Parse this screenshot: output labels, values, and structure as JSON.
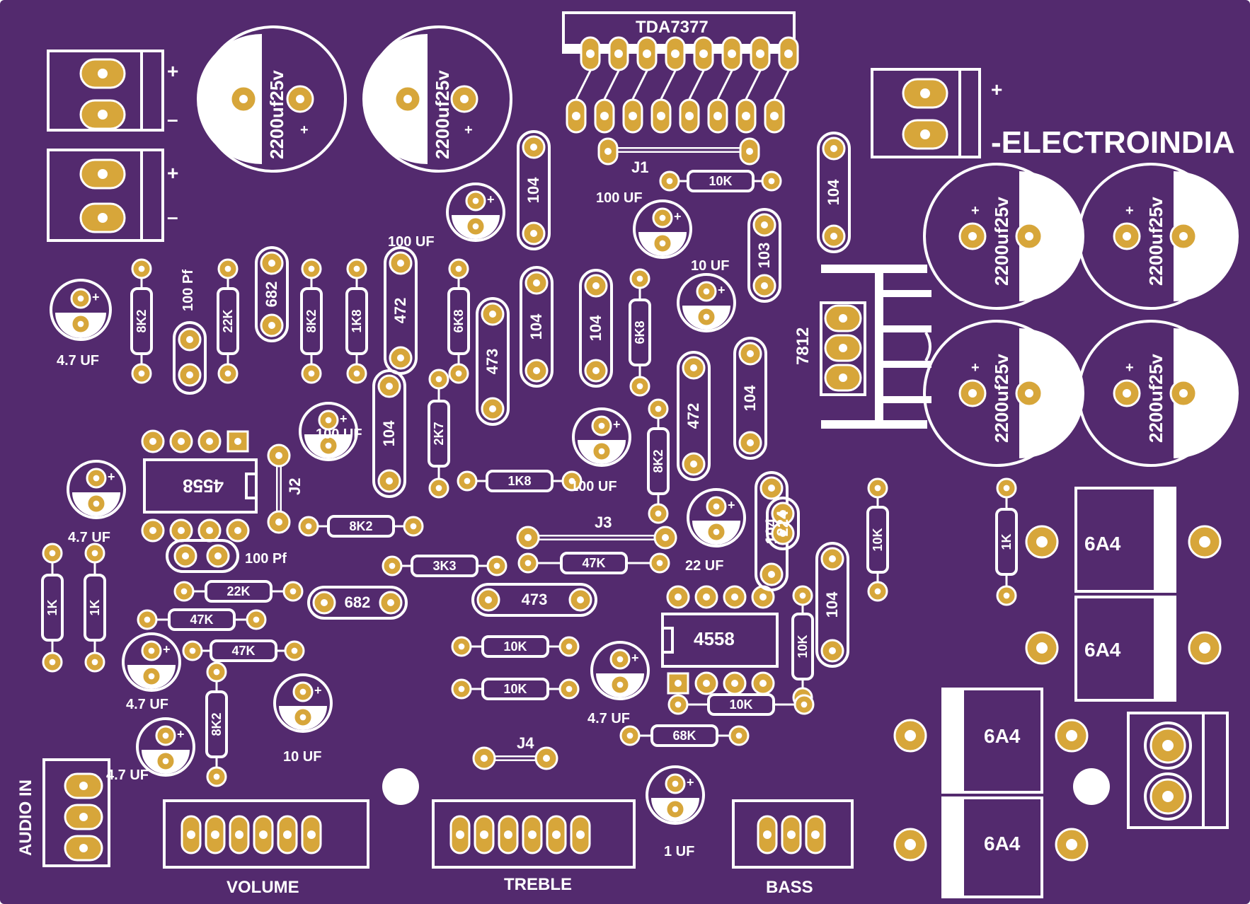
{
  "colors": {
    "board": "#532a6e",
    "silk": "#ffffff",
    "pad": "#d7a63a",
    "hole": "#ffffff",
    "jumper": "#532a6e"
  },
  "labels": {
    "brand": "-ELECTROINDIA",
    "tda7377": "TDA7377",
    "audio_in": "AUDIO IN",
    "volume": "VOLUME",
    "treble": "TREBLE",
    "bass": "BASS",
    "reg7812": "7812",
    "power_plus": "+",
    "power_minus": "–",
    "cap_plus": "+"
  },
  "caps_large": [
    "2200uf25v",
    "2200uf25v",
    "2200uf25v",
    "2200uf25v",
    "2200uf25v",
    "2200uf25v"
  ],
  "cap_labels": [
    "4.7 UF",
    "100 Pf",
    "100 UF",
    "100 UF",
    "10 UF",
    "100 UF",
    "100 UF",
    "4.7 UF",
    "100 Pf",
    "4.7 UF",
    "4.7 UF",
    "10 UF",
    "4.7 UF",
    "22 UF",
    "1 UF"
  ],
  "resistors": [
    "8K2",
    "22K",
    "8K2",
    "1K8",
    "6K8",
    "6K8",
    "10K",
    "2K7",
    "1K8",
    "8K2",
    "8K2",
    "3K3",
    "47K",
    "22K",
    "47K",
    "47K",
    "8K2",
    "1K",
    "1K",
    "10K",
    "10K",
    "10K",
    "10K",
    "68K",
    "1K",
    "10K"
  ],
  "ceramics": [
    "682",
    "472",
    "473",
    "104",
    "104",
    "104",
    "104",
    "104",
    "104",
    "472",
    "104",
    "103",
    "682",
    "473",
    "104",
    "224"
  ],
  "ics": [
    "4558",
    "4558"
  ],
  "jumpers": [
    "J1",
    "J2",
    "J3",
    "J4"
  ],
  "diodes": [
    "6A4",
    "6A4",
    "6A4",
    "6A4"
  ]
}
